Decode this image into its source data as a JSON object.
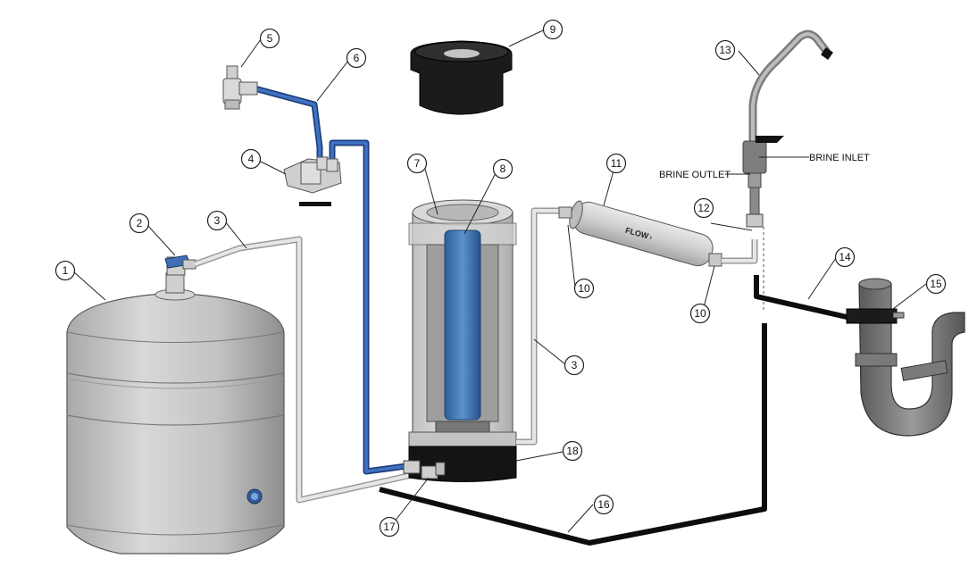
{
  "callouts": [
    "1",
    "2",
    "3",
    "3",
    "4",
    "5",
    "6",
    "7",
    "8",
    "9",
    "10",
    "10",
    "11",
    "12",
    "13",
    "14",
    "15",
    "16",
    "17",
    "18"
  ],
  "labels": {
    "brine_outlet": "BRINE OUTLET",
    "brine_inlet": "BRINE INLET",
    "flow": "FLOW"
  },
  "colors": {
    "blue_tube": "#2b5aa8",
    "white_tube": "#e0e0e0",
    "black_tube": "#0d0d0d",
    "membrane": "#3f76b3",
    "tank": "#c8c8c8",
    "drain_pipe": "#707070"
  }
}
